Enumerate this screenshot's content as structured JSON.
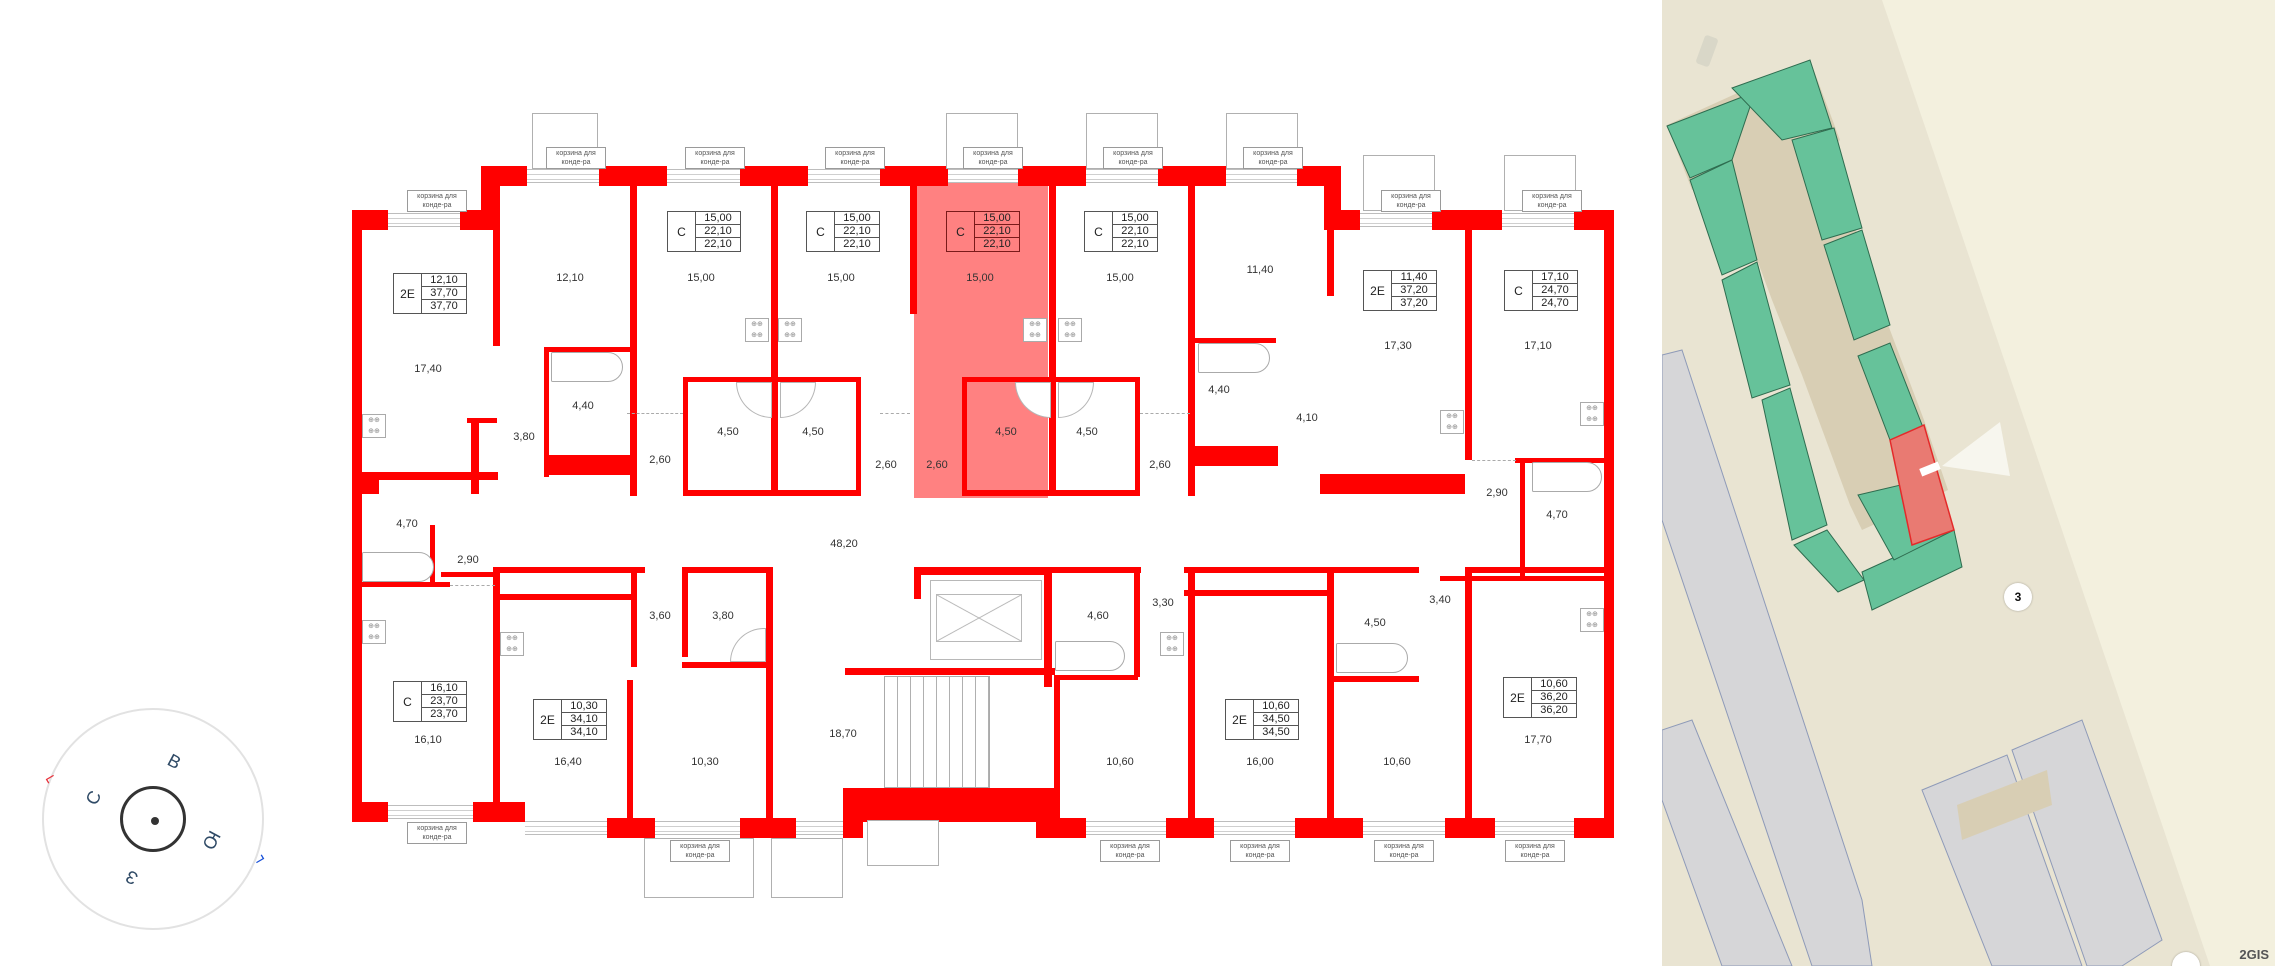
{
  "floor_plan": {
    "basket_label": "корзина для конде-ра",
    "apartments_top": [
      {
        "id": "apt-1",
        "type": "2E",
        "living": "12,10",
        "total": "37,70",
        "total2": "37,70",
        "rooms": [
          "17,40",
          "12,10",
          "3,80",
          "4,40",
          "4,70",
          "2,90"
        ]
      },
      {
        "id": "apt-2",
        "type": "C",
        "living": "15,00",
        "total": "22,10",
        "total2": "22,10",
        "rooms": [
          "15,00",
          "4,50",
          "2,60"
        ]
      },
      {
        "id": "apt-3",
        "type": "C",
        "living": "15,00",
        "total": "22,10",
        "total2": "22,10",
        "rooms": [
          "15,00",
          "4,50",
          "2,60"
        ]
      },
      {
        "id": "apt-4",
        "type": "C",
        "living": "15,00",
        "total": "22,10",
        "total2": "22,10",
        "rooms": [
          "15,00",
          "4,50",
          "2,60"
        ],
        "selected": true
      },
      {
        "id": "apt-5",
        "type": "C",
        "living": "15,00",
        "total": "22,10",
        "total2": "22,10",
        "rooms": [
          "15,00",
          "4,50",
          "2,60"
        ]
      },
      {
        "id": "apt-6",
        "type": "2E",
        "living": "11,40",
        "total": "37,20",
        "total2": "37,20",
        "rooms": [
          "11,40",
          "17,30",
          "4,40",
          "4,10"
        ]
      },
      {
        "id": "apt-7",
        "type": "C",
        "living": "17,10",
        "total": "24,70",
        "total2": "24,70",
        "rooms": [
          "17,10",
          "4,70",
          "2,90"
        ]
      }
    ],
    "apartments_bottom": [
      {
        "id": "apt-8",
        "type": "C",
        "living": "16,10",
        "total": "23,70",
        "total2": "23,70",
        "rooms": [
          "16,10"
        ]
      },
      {
        "id": "apt-9",
        "type": "2E",
        "living": "10,30",
        "total": "34,10",
        "total2": "34,10",
        "rooms": [
          "16,40",
          "10,30",
          "3,60",
          "3,80"
        ]
      },
      {
        "id": "apt-10",
        "type": "2E",
        "living": "10,60",
        "total": "34,50",
        "total2": "34,50",
        "rooms": [
          "16,00",
          "10,60",
          "4,60",
          "3,30"
        ]
      },
      {
        "id": "apt-11",
        "type": "2E",
        "living": "10,60",
        "total": "36,20",
        "total2": "36,20",
        "rooms": [
          "17,70",
          "10,60",
          "4,50",
          "3,40"
        ]
      }
    ],
    "common": {
      "corridor": "48,20",
      "stair_hall": "18,70"
    },
    "labels": {
      "a1_big": "17,40",
      "a1_room2": "12,10",
      "a1_hall": "3,80",
      "a1_bath": "4,40",
      "a1_bath2": "4,70",
      "a1_hall2": "2,90",
      "a2_room": "15,00",
      "a2_bath": "4,50",
      "a2_hall": "2,60",
      "a3_room": "15,00",
      "a3_bath": "4,50",
      "a3_hall": "2,60",
      "a4_room": "15,00",
      "a4_bath": "4,50",
      "a4_hall": "2,60",
      "a5_room": "15,00",
      "a5_bath": "4,50",
      "a5_hall": "2,60",
      "a6_room": "11,40",
      "a6_room2": "17,30",
      "a6_bath": "4,40",
      "a6_hall": "4,10",
      "a7_room": "17,10",
      "a7_bath": "4,70",
      "a7_hall": "2,90",
      "corridor": "48,20",
      "a8_room": "16,10",
      "a9_room": "16,40",
      "a9_room2": "10,30",
      "a9_hall": "3,60",
      "a9_bath": "3,80",
      "stair": "18,70",
      "a10_room": "10,60",
      "a10_room2": "16,00",
      "a10_bath": "4,60",
      "a10_hall": "3,30",
      "a11_room": "10,60",
      "a11_room2": "17,70",
      "a11_bath": "4,50",
      "a11_hall": "3,40"
    },
    "colors": {
      "wall": "#ff0000",
      "selected": "#ff5050"
    }
  },
  "compass": {
    "north": "С",
    "east": "В",
    "south": "Ю",
    "west": "З"
  },
  "map": {
    "brand": "2GIS",
    "building_number": "3",
    "colors": {
      "background": "#e9e4d2",
      "building_available": "#66c29a",
      "building_selected": "#e97a72",
      "building_other": "#d6d6d8",
      "road": "#f3f0de"
    }
  }
}
